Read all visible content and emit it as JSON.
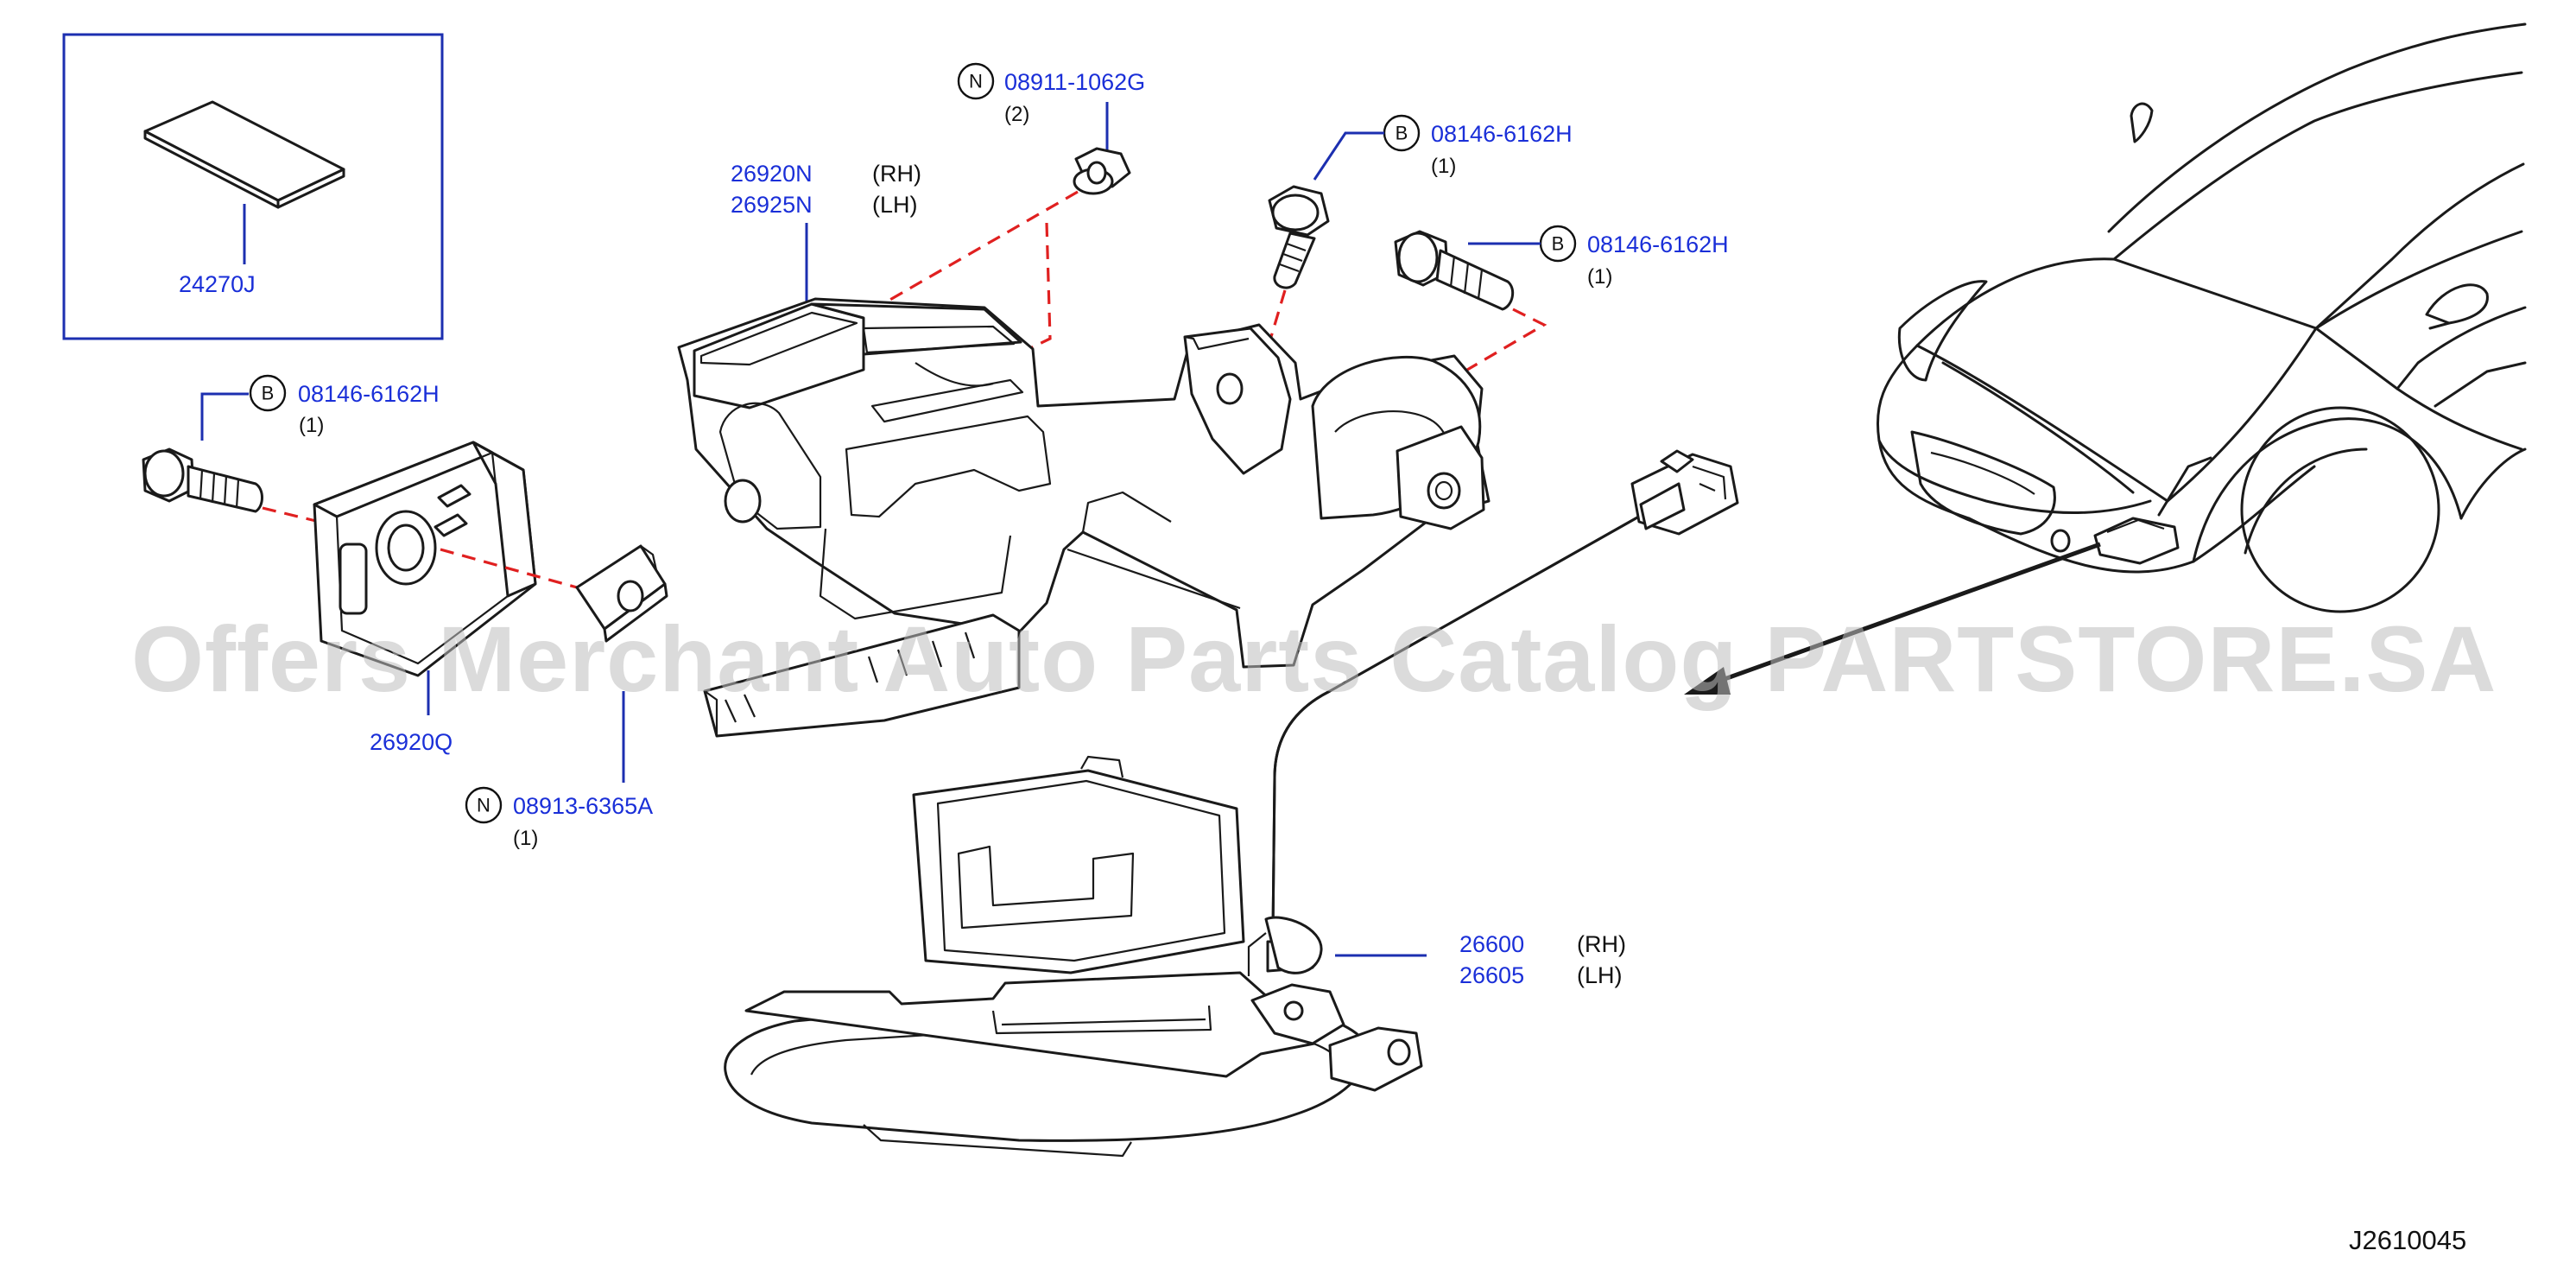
{
  "callouts": {
    "label_24270j": "24270J",
    "label_26920n": "26920N",
    "label_26920n_side": "(RH)",
    "label_26925n": "26925N",
    "label_26925n_side": "(LH)",
    "label_26920q": "26920Q",
    "label_26600": "26600",
    "label_26600_side": "(RH)",
    "label_26605": "26605",
    "label_26605_side": "(LH)",
    "nut_top": {
      "badge": "N",
      "part": "08911-1062G",
      "qty": "(2)"
    },
    "nut_mid": {
      "badge": "N",
      "part": "08913-6365A",
      "qty": "(1)"
    },
    "bolt_top": {
      "badge": "B",
      "part": "08146-6162H",
      "qty": "(1)"
    },
    "bolt_right": {
      "badge": "B",
      "part": "08146-6162H",
      "qty": "(1)"
    },
    "bolt_left": {
      "badge": "B",
      "part": "08146-6162H",
      "qty": "(1)"
    }
  },
  "diagram_code": "J2610045",
  "watermark": "Offers Merchant Auto Parts Catalog PARTSTORE.SA",
  "colors": {
    "part_number": "#1a2fd8",
    "leader": "#1c2fb0",
    "dashed_guide": "#e02020",
    "line_art": "#1a1a1a",
    "watermark": "#bdbdbd"
  }
}
